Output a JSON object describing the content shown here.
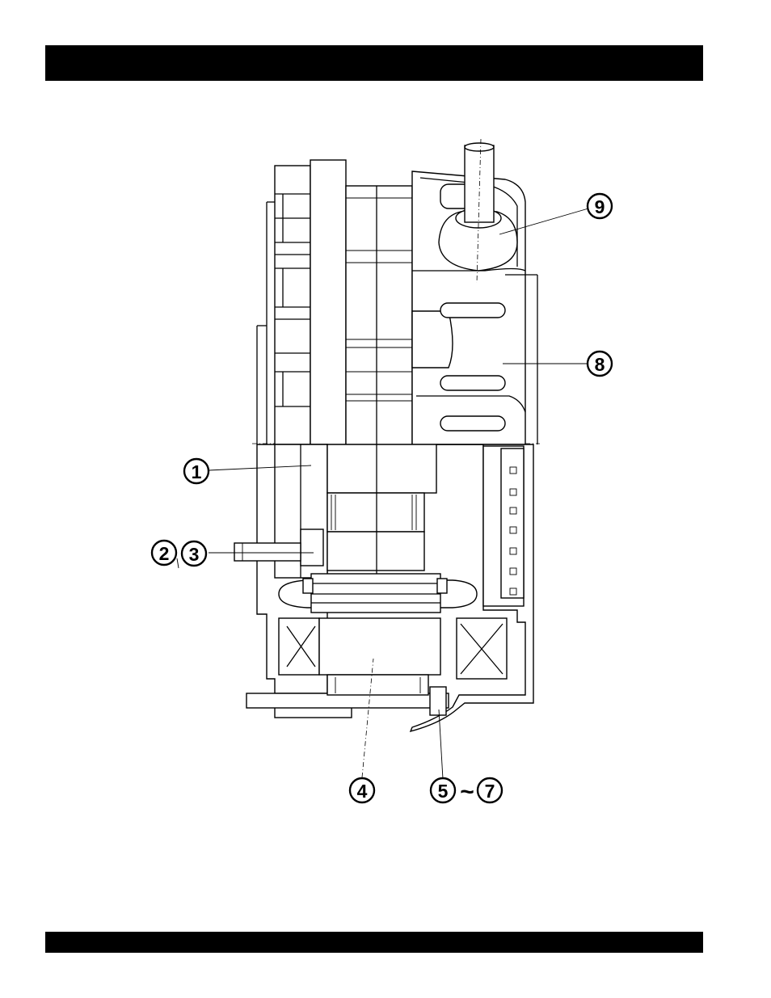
{
  "callouts": {
    "c1": "1",
    "c2": "2",
    "c3": "3",
    "c4": "4",
    "c5": "5",
    "c7": "7",
    "c8": "8",
    "c9": "9",
    "tilde": "~"
  }
}
